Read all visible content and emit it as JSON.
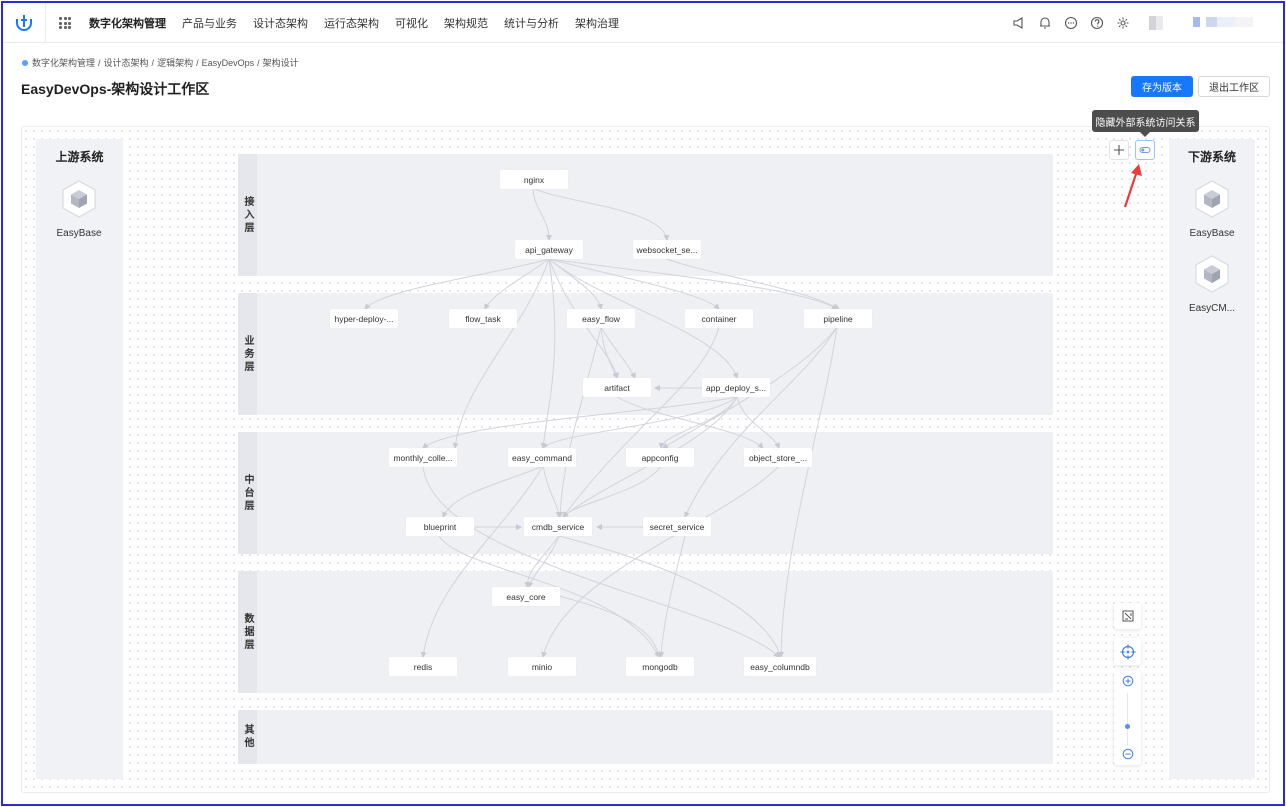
{
  "nav": {
    "items": [
      {
        "label": "数字化架构管理",
        "active": true
      },
      {
        "label": "产品与业务",
        "active": false
      },
      {
        "label": "设计态架构",
        "active": false
      },
      {
        "label": "运行态架构",
        "active": false
      },
      {
        "label": "可视化",
        "active": false
      },
      {
        "label": "架构规范",
        "active": false
      },
      {
        "label": "统计与分析",
        "active": false
      },
      {
        "label": "架构治理",
        "active": false
      }
    ],
    "icons": [
      "megaphone-icon",
      "bell-icon",
      "message-icon",
      "help-icon",
      "gear-icon"
    ]
  },
  "breadcrumb": {
    "items": [
      "数字化架构管理",
      "设计态架构",
      "逻辑架构",
      "EasyDevOps",
      "架构设计"
    ]
  },
  "page": {
    "title": "EasyDevOps-架构设计工作区",
    "save_version": "存为版本",
    "exit_workspace": "退出工作区"
  },
  "upstream": {
    "title": "上游系统",
    "systems": [
      "EasyBase"
    ]
  },
  "downstream": {
    "title": "下游系统",
    "systems": [
      "EasyBase",
      "EasyCM..."
    ]
  },
  "layers": [
    "接入层",
    "业务层",
    "中台层",
    "数据层",
    "其他"
  ],
  "nodes": {
    "nginx": "nginx",
    "api_gateway": "api_gateway",
    "websocket": "websocket_se...",
    "hyper_deploy": "hyper-deploy-...",
    "flow_task": "flow_task",
    "easy_flow": "easy_flow",
    "container": "container",
    "pipeline": "pipeline",
    "artifact": "artifact",
    "app_deploy": "app_deploy_s...",
    "monthly": "monthly_colle...",
    "easy_command": "easy_command",
    "appconfig": "appconfig",
    "object_store": "object_store_...",
    "blueprint": "blueprint",
    "cmdb_service": "cmdb_service",
    "secret_service": "secret_service",
    "easy_core": "easy_core",
    "redis": "redis",
    "minio": "minio",
    "mongodb": "mongodb",
    "easy_columndb": "easy_columndb"
  },
  "tooltip": "隐藏外部系统访问关系",
  "colors": {
    "primary": "#1677ff",
    "edge": "#d2d3dc",
    "annotation": "#f03a3a"
  }
}
